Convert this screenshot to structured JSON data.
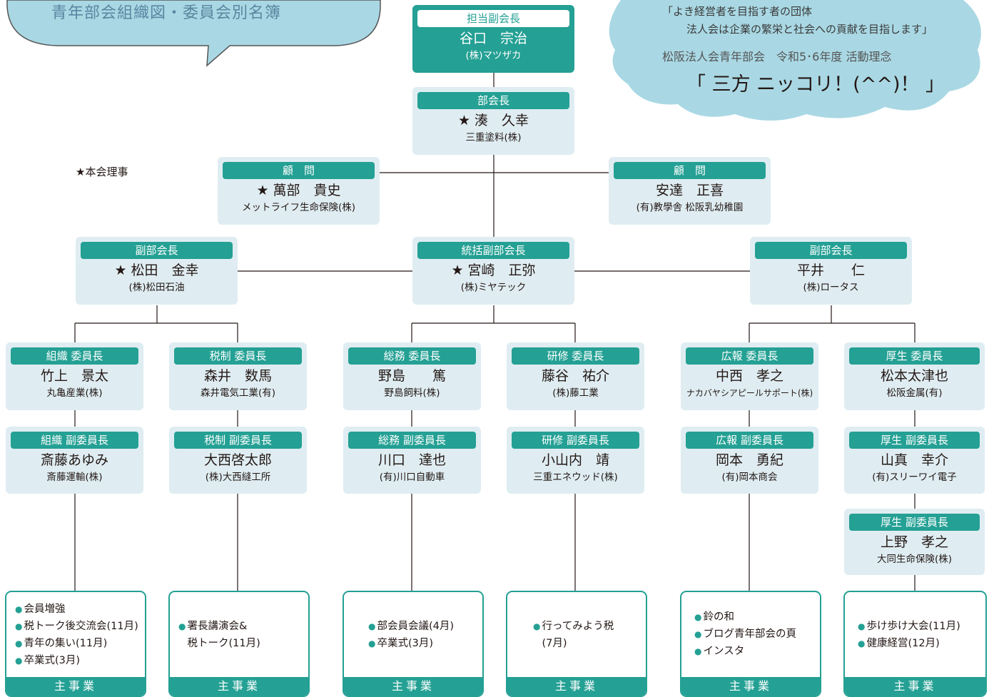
{
  "page_title": "青年部会組織図・委員会別名簿",
  "philosophy": {
    "line1": "「よき経営者を目指す者の団体",
    "line2": "法人会は企業の繁栄と社会への貢献を目指します」",
    "line3": "松阪法人会青年部会　令和5･6年度 活動理念",
    "motto": "「 三方 ニッコリ！(^^)！ 」"
  },
  "legend_note": "★本会理事",
  "colors": {
    "accent": "#24a094",
    "box_bg": "#dfedf2",
    "cloud": "#a9d8e4"
  },
  "people": {
    "tanto": {
      "role": "担当副会長",
      "name": "谷口　宗治",
      "company": "(株)マツザカ"
    },
    "bukaicho": {
      "role": "部会長",
      "name": "湊　久幸",
      "star": "★",
      "company": "三重塗料(株)"
    },
    "komon1": {
      "role": "顧　問",
      "name": "萬部　貴史",
      "star": "★",
      "company": "メットライフ生命保険(株)"
    },
    "komon2": {
      "role": "顧　問",
      "name": "安達　正喜",
      "company": "(有)教學舎 松阪乳幼稚園"
    },
    "vice_left": {
      "role": "副部会長",
      "name": "松田　金幸",
      "star": "★",
      "company": "(株)松田石油"
    },
    "vice_mid": {
      "role": "統括副部会長",
      "name": "宮崎　正弥",
      "star": "★",
      "company": "(株)ミヤテック"
    },
    "vice_right": {
      "role": "副部会長",
      "name": "平井　　仁",
      "company": "(株)ロータス"
    },
    "soshiki_c": {
      "role": "組織 委員長",
      "name": "竹上　景太",
      "company": "丸亀産業(株)"
    },
    "zeisei_c": {
      "role": "税制 委員長",
      "name": "森井　数馬",
      "company": "森井電気工業(有)"
    },
    "somu_c": {
      "role": "総務 委員長",
      "name": "野島　　篤",
      "company": "野島飼料(株)"
    },
    "kenshu_c": {
      "role": "研修 委員長",
      "name": "藤谷　祐介",
      "company": "(株)藤工業"
    },
    "koho_c": {
      "role": "広報 委員長",
      "name": "中西　孝之",
      "company": "ナカバヤシアピールサポート(株)"
    },
    "kosei_c": {
      "role": "厚生 委員長",
      "name": "松本太津也",
      "company": "松阪金属(有)"
    },
    "soshiki_v": {
      "role": "組織 副委員長",
      "name": "斎藤あゆみ",
      "company": "斎藤運輸(株)"
    },
    "zeisei_v": {
      "role": "税制 副委員長",
      "name": "大西啓太郎",
      "company": "(株)大西縫工所"
    },
    "somu_v": {
      "role": "総務 副委員長",
      "name": "川口　達也",
      "company": "(有)川口自動車"
    },
    "kenshu_v": {
      "role": "研修 副委員長",
      "name": "小山内　靖",
      "company": "三重エネウッド(株)"
    },
    "koho_v": {
      "role": "広報 副委員長",
      "name": "岡本　勇紀",
      "company": "(有)岡本商会"
    },
    "kosei_v1": {
      "role": "厚生 副委員長",
      "name": "山真　幸介",
      "company": "(有)スリーワイ電子"
    },
    "kosei_v2": {
      "role": "厚生 副委員長",
      "name": "上野　孝之",
      "company": "大同生命保険(株)"
    }
  },
  "main_business_label": "主事業",
  "business": {
    "soshiki": [
      "会員増強",
      "税トーク後交流会(11月)",
      "青年の集い(11月)",
      "卒業式(3月)"
    ],
    "zeisei": [
      "署長講演会&",
      "税トーク(11月)"
    ],
    "somu": [
      "部会員会議(4月)",
      "卒業式(3月)"
    ],
    "kenshu": [
      "行ってみよう税",
      "(7月)"
    ],
    "koho": [
      "鈴の和",
      "ブログ青年部会の頁",
      "インスタ"
    ],
    "kosei": [
      "歩け歩け大会(11月)",
      "健康経営(12月)"
    ]
  }
}
